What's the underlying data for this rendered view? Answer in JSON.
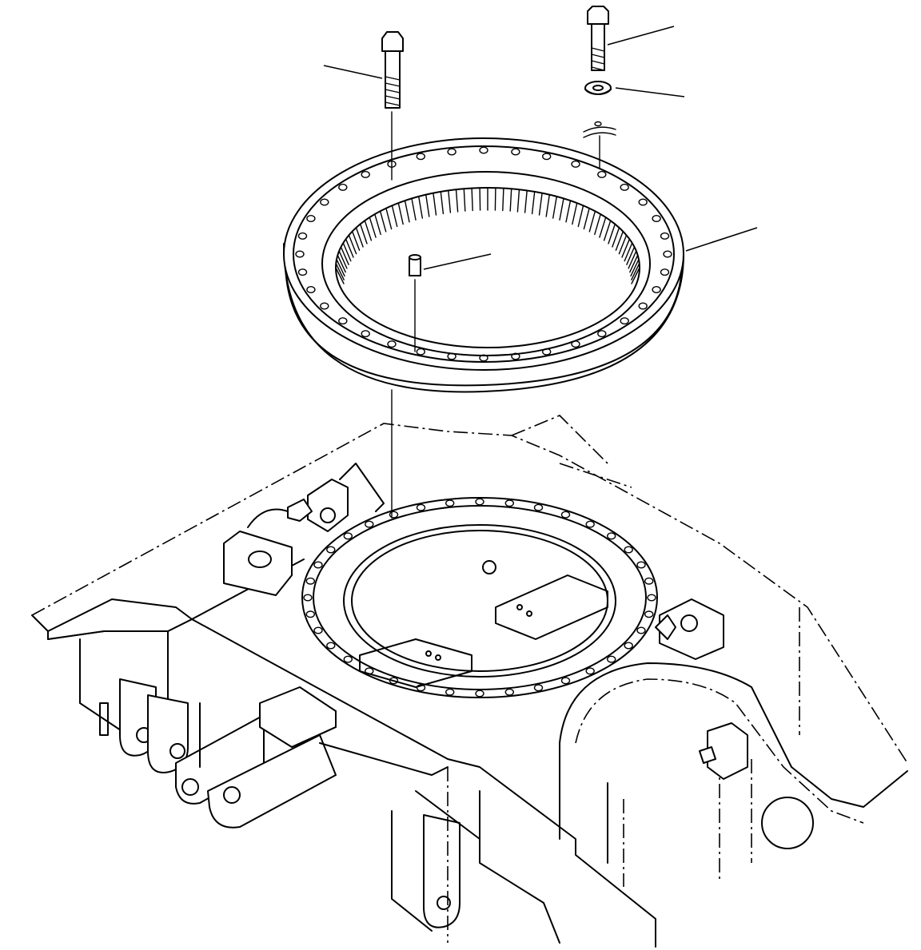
{
  "figure": {
    "callouts": [
      {
        "id": "bolt-left-leader"
      },
      {
        "id": "bolt-right-leader"
      },
      {
        "id": "washer-leader"
      },
      {
        "id": "swing-circle-leader"
      },
      {
        "id": "dowel-pin-leader"
      }
    ]
  },
  "colors": {
    "line": "#000000",
    "background": "#ffffff"
  }
}
